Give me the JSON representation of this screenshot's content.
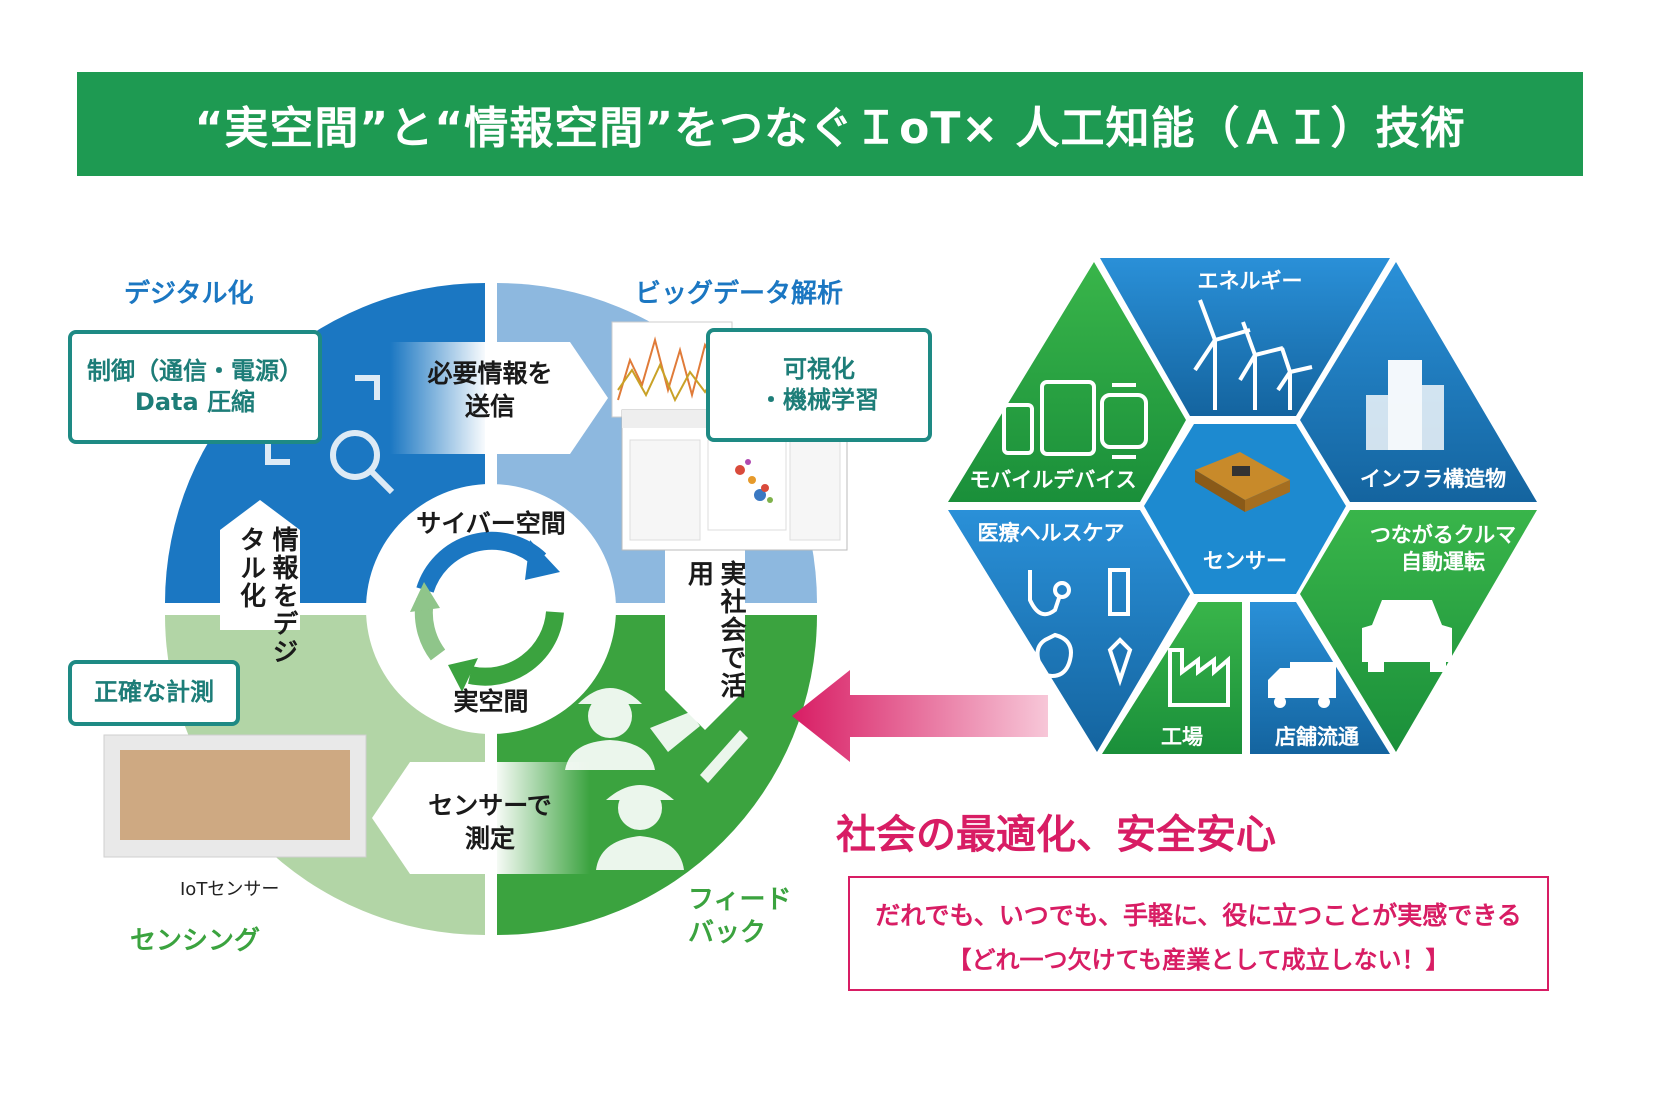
{
  "header": {
    "title": "“実空間”と“情報空間”をつなぐＩoT× 人工知能（ＡＩ）技術"
  },
  "cycle": {
    "quadrants": {
      "digital": "デジタル化",
      "bigdata": "ビッグデータ解析",
      "sensing": "センシング",
      "feedback_line1": "フィード",
      "feedback_line2": "バック"
    },
    "boxes": {
      "control_line1": "制御（通信・電源）",
      "control_line2": "Data 圧縮",
      "visual_line1": "可視化",
      "visual_line2": "・機械学習",
      "measure": "正確な計測"
    },
    "arrows": {
      "send_line1": "必要情報を",
      "send_line2": "送信",
      "digitize": "情報をデジタル化",
      "apply": "実社会で活用",
      "sense_line1": "センサーで",
      "sense_line2": "測定"
    },
    "center": {
      "cyber": "サイバー空間",
      "real": "実空間"
    },
    "sensor_caption": "IoTセンサー"
  },
  "hexagon": {
    "center": "センサー",
    "sectors": {
      "energy": "エネルギー",
      "infra": "インフラ構造物",
      "car_line1": "つながるクルマ",
      "car_line2": "自動運転",
      "retail": "店舗流通",
      "factory": "工場",
      "health": "医療ヘルスケア",
      "mobile": "モバイルデバイス"
    }
  },
  "footer": {
    "headline": "社会の最適化、安全安心",
    "line1_a": "だれでも、いつでも、手軽に、役に立つことが実感できる",
    "line2": "【どれ一つ欠けても産業として成立しない！】"
  },
  "colors": {
    "banner_green": "#1e9a52",
    "dark_blue": "#1b77c2",
    "light_blue": "#8db8df",
    "green": "#3ba33f",
    "light_green": "#b2d5a6",
    "pink": "#d81d64",
    "teal": "#1e8a84"
  }
}
